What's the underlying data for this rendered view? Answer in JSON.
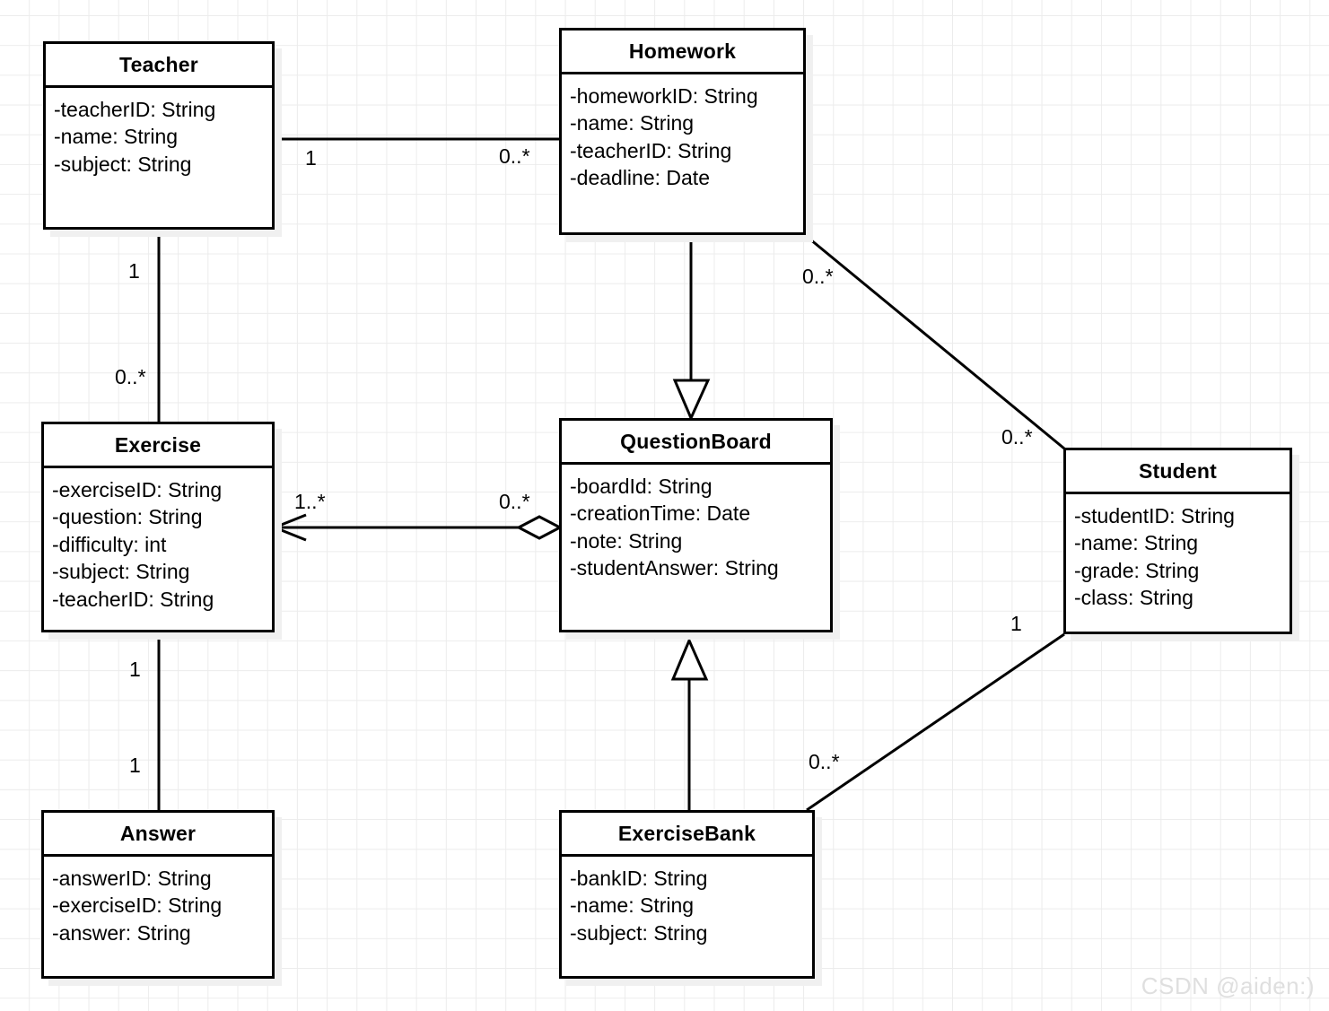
{
  "diagram": {
    "type": "uml-class-diagram",
    "watermark": "CSDN @aiden:)"
  },
  "classes": [
    {
      "id": "teacher",
      "name": "Teacher",
      "attributes": [
        "-teacherID: String",
        "-name: String",
        "-subject: String"
      ]
    },
    {
      "id": "homework",
      "name": "Homework",
      "attributes": [
        "-homeworkID: String",
        "-name: String",
        "-teacherID: String",
        "-deadline: Date"
      ]
    },
    {
      "id": "exercise",
      "name": "Exercise",
      "attributes": [
        "-exerciseID: String",
        "-question: String",
        "-difficulty: int",
        "-subject: String",
        "-teacherID: String"
      ]
    },
    {
      "id": "questionboard",
      "name": "QuestionBoard",
      "attributes": [
        "-boardId: String",
        "-creationTime: Date",
        "-note: String",
        "-studentAnswer: String"
      ]
    },
    {
      "id": "student",
      "name": "Student",
      "attributes": [
        "-studentID: String",
        "-name: String",
        "-grade: String",
        "-class: String"
      ]
    },
    {
      "id": "answer",
      "name": "Answer",
      "attributes": [
        "-answerID: String",
        "-exerciseID: String",
        "-answer: String"
      ]
    },
    {
      "id": "exercisebank",
      "name": "ExerciseBank",
      "attributes": [
        "-bankID: String",
        "-name: String",
        "-subject: String"
      ]
    }
  ],
  "relationships": [
    {
      "id": "teacher-homework",
      "from": "teacher",
      "to": "homework",
      "kind": "association",
      "source_multiplicity": "1",
      "target_multiplicity": "0..*"
    },
    {
      "id": "teacher-exercise",
      "from": "teacher",
      "to": "exercise",
      "kind": "association",
      "source_multiplicity": "1",
      "target_multiplicity": "0..*"
    },
    {
      "id": "homework-questionboard",
      "from": "homework",
      "to": "questionboard",
      "kind": "generalization",
      "source_multiplicity": "",
      "target_multiplicity": ""
    },
    {
      "id": "homework-student",
      "from": "homework",
      "to": "student",
      "kind": "association",
      "source_multiplicity": "0..*",
      "target_multiplicity": "0..*"
    },
    {
      "id": "questionboard-exercise",
      "from": "questionboard",
      "to": "exercise",
      "kind": "aggregation",
      "source_multiplicity": "0..*",
      "target_multiplicity": "1..*"
    },
    {
      "id": "exercise-answer",
      "from": "exercise",
      "to": "answer",
      "kind": "association",
      "source_multiplicity": "1",
      "target_multiplicity": "1"
    },
    {
      "id": "exercisebank-questionboard",
      "from": "exercisebank",
      "to": "questionboard",
      "kind": "generalization",
      "source_multiplicity": "",
      "target_multiplicity": ""
    },
    {
      "id": "student-exercisebank",
      "from": "student",
      "to": "exercisebank",
      "kind": "association",
      "source_multiplicity": "1",
      "target_multiplicity": "0..*"
    }
  ],
  "multiplicity_labels": [
    {
      "id": "m-teacher-homework-left",
      "text": "1"
    },
    {
      "id": "m-teacher-homework-right",
      "text": "0..*"
    },
    {
      "id": "m-teacher-exercise-top",
      "text": "1"
    },
    {
      "id": "m-teacher-exercise-bottom",
      "text": "0..*"
    },
    {
      "id": "m-homework-student-top",
      "text": "0..*"
    },
    {
      "id": "m-homework-student-bottom",
      "text": "0..*"
    },
    {
      "id": "m-qb-exercise-left",
      "text": "1..*"
    },
    {
      "id": "m-qb-exercise-right",
      "text": "0..*"
    },
    {
      "id": "m-exercise-answer-top",
      "text": "1"
    },
    {
      "id": "m-exercise-answer-bottom",
      "text": "1"
    },
    {
      "id": "m-student-bank-top",
      "text": "1"
    },
    {
      "id": "m-student-bank-bottom",
      "text": "0..*"
    }
  ]
}
